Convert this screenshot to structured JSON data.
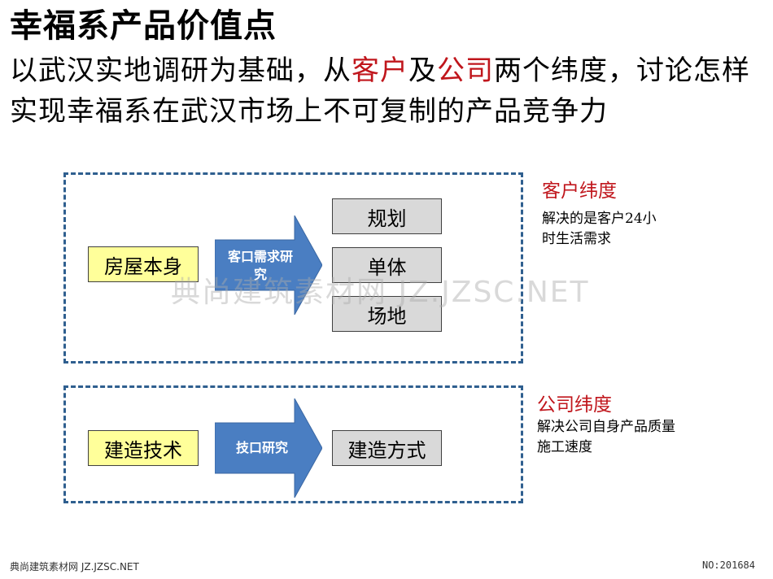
{
  "header": {
    "title": "幸福系产品价值点",
    "subtitle_part1": "以武汉实地调研为基础，从",
    "subtitle_highlight1": "客户",
    "subtitle_part2": "及",
    "subtitle_highlight2": "公司",
    "subtitle_part3": "两个纬度，讨论怎样实现幸福系在武汉市场上不可复制的产品竞争力"
  },
  "panel_customer": {
    "source_box": "房屋本身",
    "arrow_label": "客口需求研究",
    "outputs": [
      "规划",
      "单体",
      "场地"
    ],
    "side_title": "客户纬度",
    "side_desc": "解决的是客户24小\n时生活需求"
  },
  "panel_company": {
    "source_box": "建造技术",
    "arrow_label": "技口研究",
    "outputs": [
      "建造方式"
    ],
    "side_title": "公司纬度",
    "side_desc": "解决公司自身产品质量\n施工速度"
  },
  "watermark": "典尚建筑素材网 JZ.JZSC.NET",
  "footer": {
    "left": "典尚建筑素材网 JZ.JZSC.NET",
    "right": "NO:201684"
  },
  "colors": {
    "accent_red": "#c0161c",
    "arrow_blue": "#4a7ec2",
    "dash_border": "#2f5f8f",
    "yellow_box": "#ffff9a",
    "gray_box": "#d9d9d9"
  }
}
